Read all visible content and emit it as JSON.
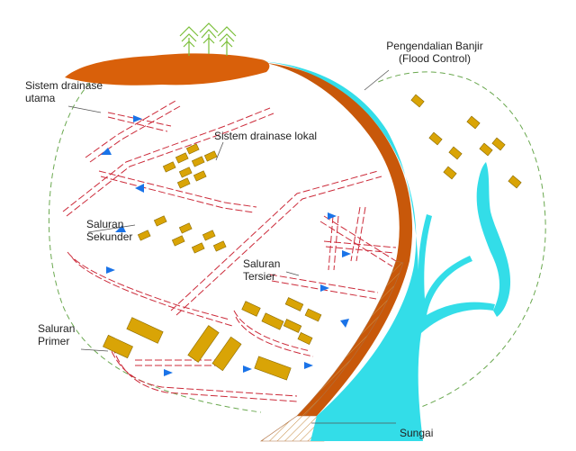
{
  "labels": {
    "flood_control_1": "Pengendalian Banjir",
    "flood_control_2": "(Flood Control)",
    "main_drainage_1": "Sistem drainase",
    "main_drainage_2": "utama",
    "local_drainage": "Sistem drainase lokal",
    "secondary_1": "Saluran",
    "secondary_2": "Sekunder",
    "tertiary_1": "Saluran",
    "tertiary_2": "Tersier",
    "primary_1": "Saluran",
    "primary_2": "Primer",
    "river": "Sungai"
  },
  "colors": {
    "river": "#33dde8",
    "hill": "#d9600a",
    "bank": "#c8580a",
    "tree": "#7bbf3a",
    "building": "#d9a406",
    "building_stroke": "#8a6a00",
    "channel": "#cc2b3a",
    "arrow": "#1a73e8",
    "boundary": "#6aa84f",
    "leader": "#555555"
  }
}
